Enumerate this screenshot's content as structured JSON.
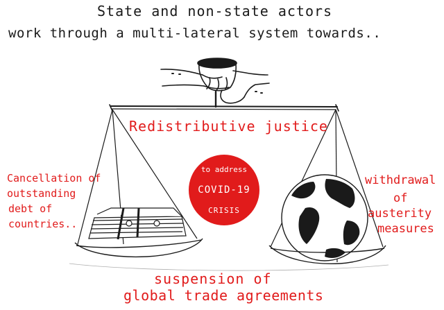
{
  "title": {
    "line1": "State and non-state actors",
    "line2": "work through a multi-lateral system towards.."
  },
  "beam_label": "Redistributive justice",
  "left": {
    "line1": "Cancellation of",
    "line2": "outstanding",
    "line3": "debt of",
    "line4": "countries.."
  },
  "right": {
    "line1": "withdrawal",
    "line2": "of",
    "line3": "austerity",
    "line4": "measures"
  },
  "badge": {
    "top": "to address",
    "middle": "COVID-19",
    "bottom": "CRISIS",
    "color": "#e11b1b"
  },
  "bottom": {
    "line1": "suspension of",
    "line2": "global trade agreements"
  },
  "accent_color": "#e11b1b",
  "ink_color": "#1a1a1a"
}
